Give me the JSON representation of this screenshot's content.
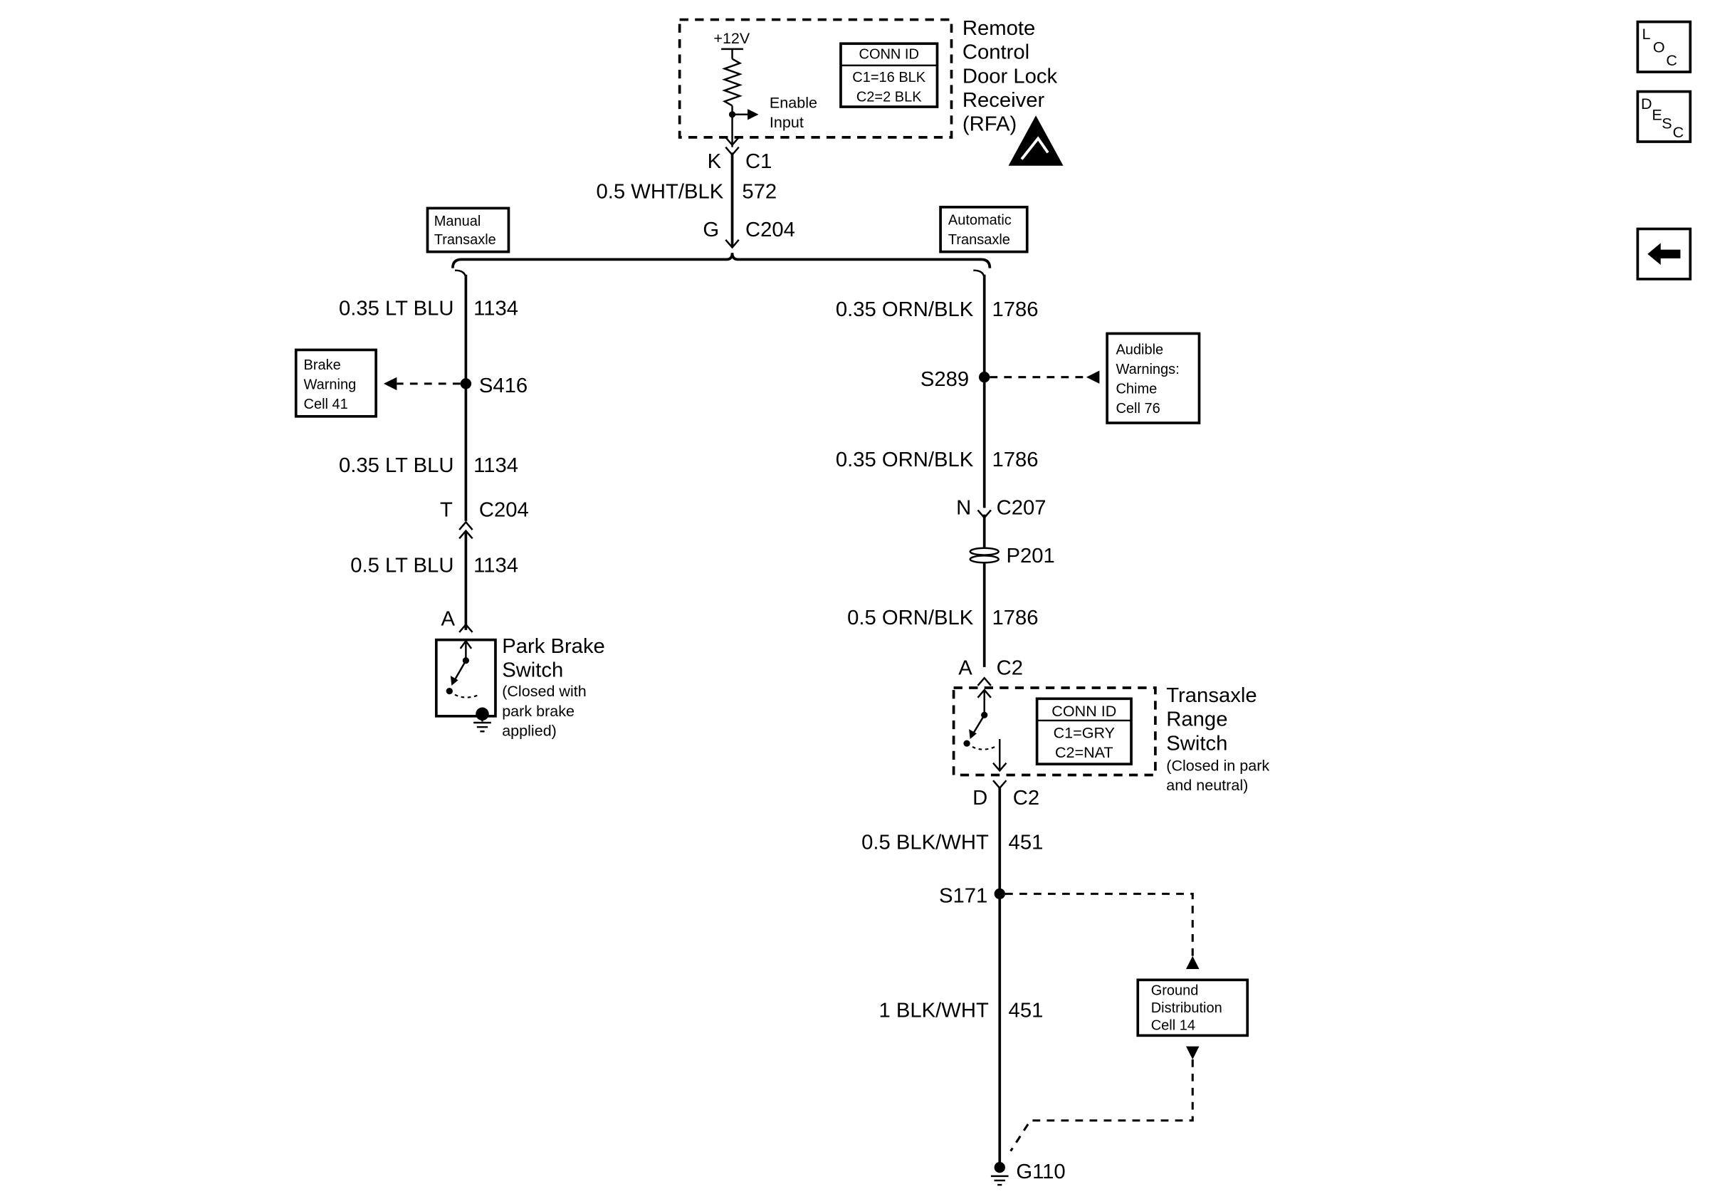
{
  "nav": {
    "loc": {
      "l": "L",
      "o": "O",
      "c": "C"
    },
    "desc": {
      "d": "D",
      "e": "E",
      "s": "S",
      "c": "C"
    }
  },
  "rfa": {
    "supply": "+12V",
    "enable_line1": "Enable",
    "enable_line2": "Input",
    "conn_id": {
      "title": "CONN ID",
      "c1": "C1=16 BLK",
      "c2": "C2=2 BLK"
    },
    "name": [
      "Remote",
      "Control",
      "Door Lock",
      "Receiver",
      "(RFA)"
    ],
    "pin": "K",
    "connector": "C1"
  },
  "main_wire": {
    "gauge_color": "0.5 WHT/BLK",
    "circuit": "572",
    "pin": "G",
    "connector": "C204"
  },
  "options": {
    "manual": [
      "Manual",
      "Transaxle"
    ],
    "automatic": [
      "Automatic",
      "Transaxle"
    ]
  },
  "manual_branch": {
    "wire1": {
      "gauge_color": "0.35 LT BLU",
      "circuit": "1134"
    },
    "splice": "S416",
    "brake_ref": [
      "Brake",
      "Warning",
      "Cell 41"
    ],
    "wire2": {
      "gauge_color": "0.35 LT BLU",
      "circuit": "1134"
    },
    "conn_pin": "T",
    "conn": "C204",
    "wire3": {
      "gauge_color": "0.5 LT BLU",
      "circuit": "1134"
    },
    "switch_pin": "A",
    "switch_name": [
      "Park Brake",
      "Switch"
    ],
    "switch_note": [
      "(Closed with",
      "park brake",
      "applied)"
    ]
  },
  "auto_branch": {
    "wire1": {
      "gauge_color": "0.35 ORN/BLK",
      "circuit": "1786"
    },
    "splice": "S289",
    "chime_ref": [
      "Audible",
      "Warnings:",
      "Chime",
      "Cell 76"
    ],
    "wire2": {
      "gauge_color": "0.35 ORN/BLK",
      "circuit": "1786"
    },
    "conn_pin": "N",
    "conn": "C207",
    "pass_through": "P201",
    "wire3": {
      "gauge_color": "0.5 ORN/BLK",
      "circuit": "1786"
    },
    "switch_in_pin": "A",
    "switch_in_conn": "C2",
    "switch_conn_id": {
      "title": "CONN ID",
      "c1": "C1=GRY",
      "c2": "C2=NAT"
    },
    "switch_name": [
      "Transaxle",
      "Range",
      "Switch"
    ],
    "switch_note": [
      "(Closed in park",
      "and neutral)"
    ],
    "switch_out_pin": "D",
    "switch_out_conn": "C2",
    "wire4": {
      "gauge_color": "0.5 BLK/WHT",
      "circuit": "451"
    },
    "splice2": "S171",
    "ground_ref": [
      "Ground",
      "Distribution",
      "Cell 14"
    ],
    "wire5": {
      "gauge_color": "1 BLK/WHT",
      "circuit": "451"
    },
    "ground": "G110"
  }
}
